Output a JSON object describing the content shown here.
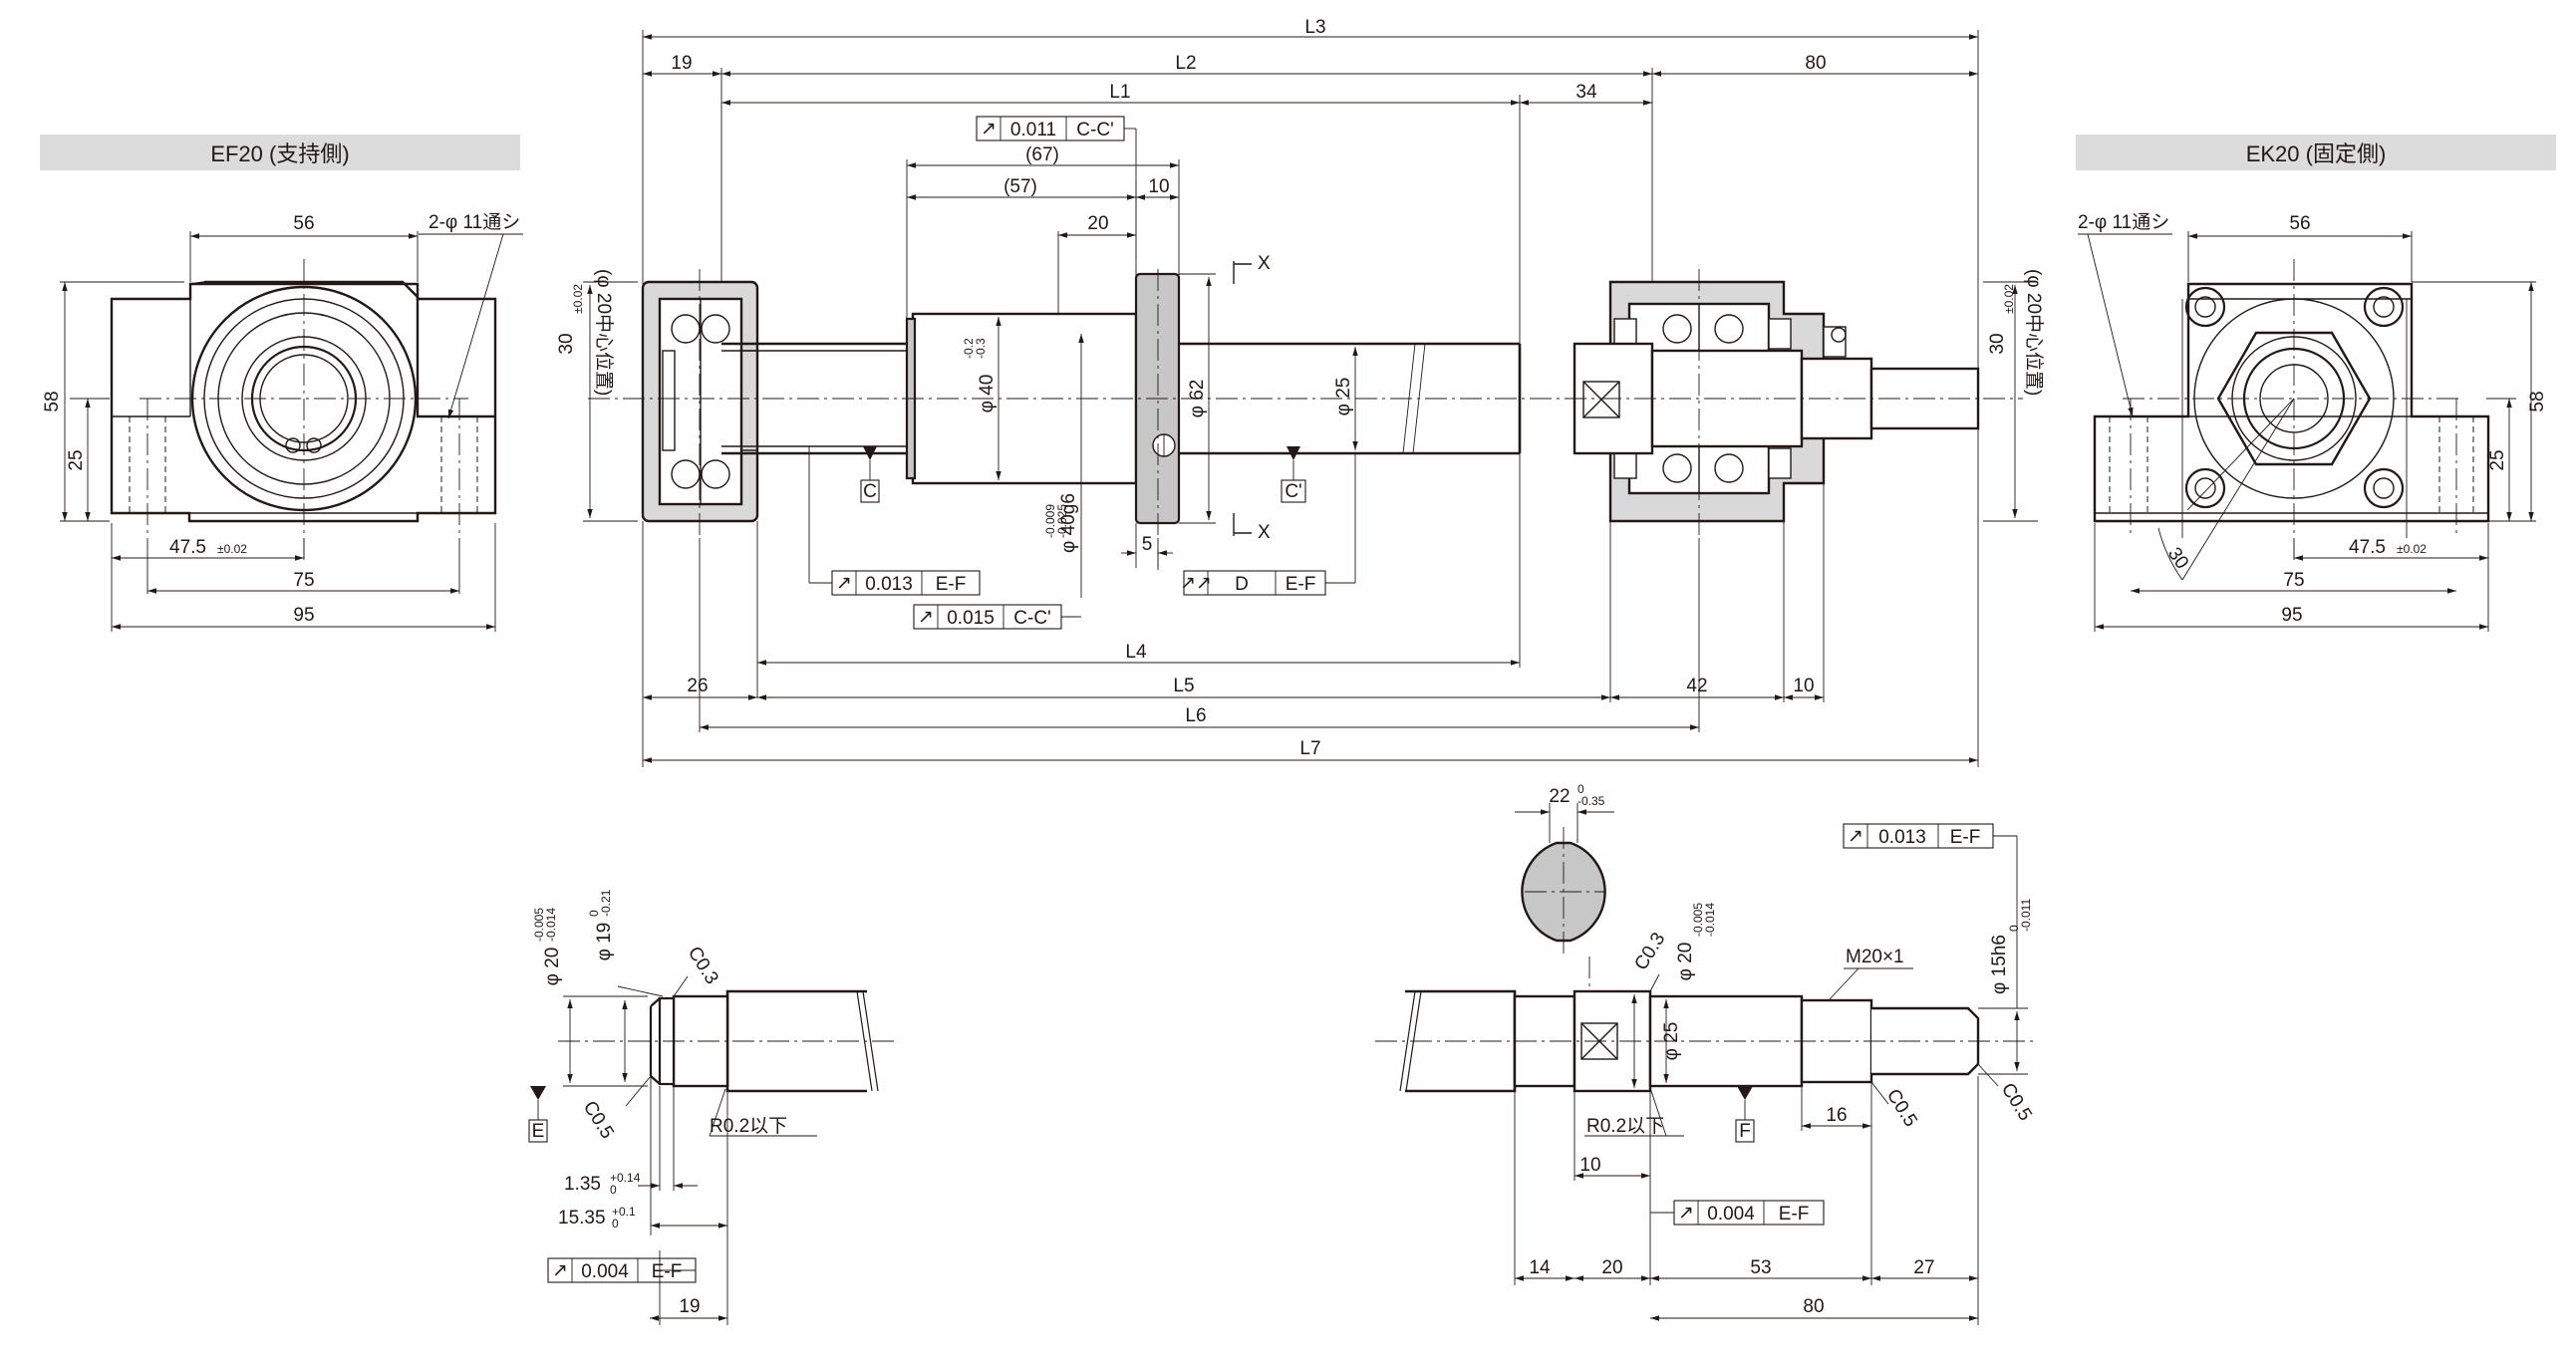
{
  "views": {
    "support_side_title": "EF20 (支持側)",
    "fixed_side_title": "EK20 (固定側)"
  },
  "overall_dims": {
    "L3": "L3",
    "L2": "L2",
    "L1": "L1",
    "L4": "L4",
    "L5": "L5",
    "L6": "L6",
    "L7": "L7",
    "d19": "19",
    "d80": "80",
    "d34": "34",
    "d67": "(67)",
    "d57": "(57)",
    "d20": "20",
    "d10": "10",
    "d26": "26",
    "d42": "42",
    "d10b": "10",
    "d5": "5"
  },
  "tolerance_frames": {
    "top": {
      "sym": "↗",
      "val": "0.011",
      "ref": "C-C'"
    },
    "mid1": {
      "sym": "↗",
      "val": "0.013",
      "ref": "E-F"
    },
    "mid2": {
      "sym": "↗",
      "val": "0.015",
      "ref": "C-C'"
    },
    "mid3": {
      "sym": "↗↗",
      "val": "D",
      "ref": "E-F"
    },
    "left_detail": {
      "sym": "↗",
      "val": "0.004",
      "ref": "E-F"
    },
    "right_detail_top": {
      "sym": "↗",
      "val": "0.013",
      "ref": "E-F"
    },
    "right_detail_mid": {
      "sym": "↗",
      "val": "0.004",
      "ref": "E-F"
    }
  },
  "datums": {
    "c": "C",
    "c2": "C'",
    "e": "E",
    "f": "F",
    "x_top": "X",
    "x_bot": "X"
  },
  "main_labels": {
    "phi40": "φ 40",
    "phi40_tol_up": "-0.2",
    "phi40_tol_lo": "-0.3",
    "phi62": "φ 62",
    "phi25": "φ 25",
    "phi40g6": "φ 40g6",
    "phi40g6_tol_up": "-0.009",
    "phi40g6_tol_lo": "-0.025",
    "height30_left": "30",
    "height30_tol": "±0.02",
    "center_note": "(φ 20中心位置)"
  },
  "ef20": {
    "d56": "56",
    "holes": "2-φ 11通シ",
    "d58": "58",
    "d25": "25",
    "d475": "47.5",
    "d475_tol": "±0.02",
    "d75": "75",
    "d95": "95"
  },
  "ek20": {
    "d56": "56",
    "holes": "2-φ 11通シ",
    "d58": "58",
    "d25": "25",
    "d30": "30",
    "d475": "47.5",
    "d475_tol": "±0.02",
    "d75": "75",
    "d95": "95"
  },
  "left_detail": {
    "phi20": "φ 20",
    "phi20_tol_up": "-0.005",
    "phi20_tol_lo": "-0.014",
    "phi19": "φ 19",
    "phi19_tol_up": "0",
    "phi19_tol_lo": "-0.21",
    "c03": "C0.3",
    "c05": "C0.5",
    "r02": "R0.2以下",
    "d135": "1.35",
    "d135_tol_up": "+0.14",
    "d135_tol_lo": "0",
    "d1535": "15.35",
    "d1535_tol_up": "+0.1",
    "d1535_tol_lo": "0",
    "d19": "19"
  },
  "right_detail": {
    "d22": "22",
    "d22_tol_up": "0",
    "d22_tol_lo": "-0.35",
    "c03": "C0.3",
    "phi20": "φ 20",
    "phi20_tol_up": "-0.005",
    "phi20_tol_lo": "-0.014",
    "phi25": "φ 25",
    "m20": "M20×1",
    "phi15h6": "φ 15h6",
    "phi15_tol_up": "0",
    "phi15_tol_lo": "-0.011",
    "c05a": "C0.5",
    "c05b": "C0.5",
    "r02": "R0.2以下",
    "d10": "10",
    "d16": "16",
    "d14": "14",
    "d20": "20",
    "d53": "53",
    "d27": "27",
    "d80": "80"
  }
}
